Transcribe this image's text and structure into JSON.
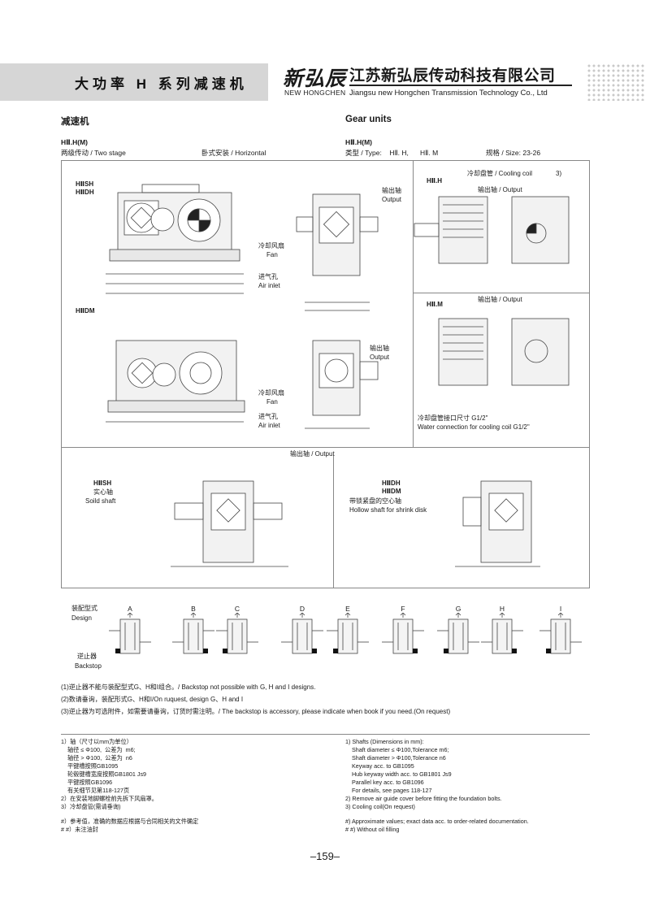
{
  "header": {
    "title": "大功率 H 系列减速机",
    "brand_cn": "新弘辰",
    "brand_en": "NEW HONGCHEN",
    "company_cn": "江苏新弘辰传动科技有限公司",
    "company_en": "Jiangsu new Hongchen Transmission Technology Co., Ltd"
  },
  "section": {
    "title_cn": "减速机",
    "title_en": "Gear units",
    "model_left": "HⅡ.H(M)",
    "model_right": "HⅡ.H(M)",
    "stage": "两级传动 / Two stage",
    "mount": "卧式安装 / Horizontal",
    "type_line": "类型 / Type:    HⅡ. H,      HⅡ. M",
    "size_line": "规格 / Size: 23-26"
  },
  "views": {
    "hiish_hiidh": "HⅡSH\nHⅡDH",
    "hiidm": "HⅡDM",
    "hii_h": "HⅡ.H",
    "hii_m": "HⅡ.M",
    "cooling_coil": "冷却盘管 / Cooling coil",
    "cooling_ref": "3)",
    "output_top": "输出轴 / Output",
    "output_m": "输出轴 / Output",
    "output_cn": "输出轴",
    "output_en": "Output",
    "fan_cn": "冷却风扇",
    "fan_en": "Fan",
    "air_cn": "进气孔",
    "air_en": "Air inlet",
    "water_cn": "冷却盘管接口尺寸  G1/2\"",
    "water_en": "Water connection for cooling coil G1/2\""
  },
  "output_section": {
    "title": "输出轴 / Output",
    "solid_code": "HⅡSH",
    "solid_cn": "实心轴",
    "solid_en": "Soild shaft",
    "hollow_code": "HⅡDH\nHⅡDM",
    "hollow_cn": "带锁紧盘的空心轴",
    "hollow_en": "Hollow shaft for shrink disk"
  },
  "design": {
    "label_cn": "装配型式",
    "label_en": "Design",
    "backstop_cn": "逆止器",
    "backstop_en": "Backstop",
    "letters": [
      "A",
      "B",
      "C",
      "D",
      "E",
      "F",
      "G",
      "H",
      "I"
    ],
    "notes": [
      "(1)逆止器不能与装配型式G、H和I组合。/ Backstop not possible with G, H and I designs.",
      "(2)数请垂询，装配形式G、H和I/On ruquest, design  G、H and  I",
      "(3)逆止器为可选附件，如需要请垂询，订货时需注明。/ The backstop is accessory, please indicate when book if you need.(On request)"
    ]
  },
  "footnotes_cn": [
    "1）轴（尺寸以mm为单位）",
    "    轴径 ≤ Φ100,  公差为  m6;",
    "    轴径 > Φ100,  公差为  n6",
    "    平键槽按照GB1095",
    "    轮毂键槽宽度按照GB1801 Js9",
    "    平键按照GB1096",
    "    有关细节见第118-127页",
    "2）在安装地脚螺栓前先拆下风扇罩。",
    "3）冷却盘管(需请垂询)"
  ],
  "footnotes_en": [
    "1) Shafts (Dimensions in mm):",
    "    Shaft diameter ≤ Φ100,Tolerance m6;",
    "    Shaft diameter > Φ100,Tolerance n6",
    "    Keyway acc. to GB1095",
    "    Hub keyway width acc. to GB1801 Js9",
    "    Parallel key acc. to GB1096",
    "    For details, see pages 118-127",
    "2) Remove air guide cover before fitting the  foundation bolts.",
    "3) Cooling coil(On request)"
  ],
  "approx_cn": [
    "#）参考值，准确的数据应根据与合同相关的文件确定",
    "# #）未注油封"
  ],
  "approx_en": [
    "#) Approximate values; exact data acc. to order-related documentation.",
    "# #) Without oil filling"
  ],
  "page_number": "–159–"
}
